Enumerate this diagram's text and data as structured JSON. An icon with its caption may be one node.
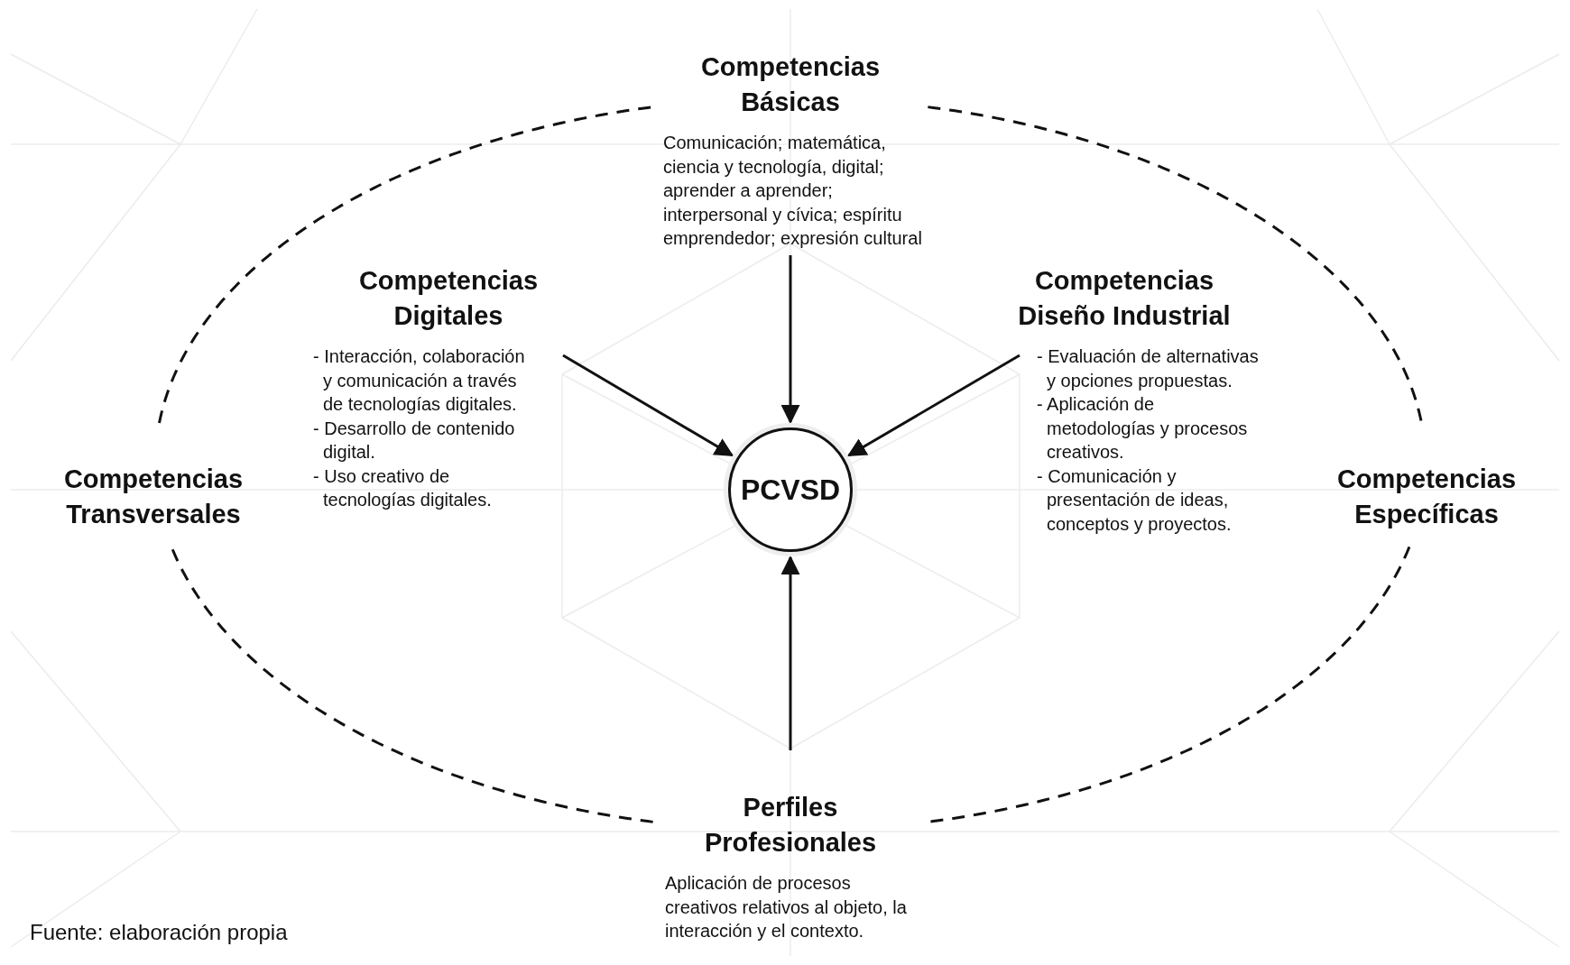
{
  "diagram": {
    "caption": "Fuente: elaboración propia",
    "nodes": [
      {
        "text": [
          "Competencias Básicas",
          "Comunicación; matemática, ciencia y tecnología, digital; aprender a aprender; interpersonal y cívica; espíritu emprendedor; expresión cultural"
        ]
      },
      {
        "text": [
          "Competencias Digitales",
          "- Interacción, colaboración y comunicación a través de tecnologías digitales.",
          "- Desarrollo de contenido digital.",
          "- Uso creativo de tecnologías digitales."
        ]
      },
      {
        "text": [
          "Competencias Diseño Industrial",
          "- Evaluación de alternativas y opciones propuestas.",
          "- Aplicación de metodologías y procesos creativos.",
          "- Comunicación y presentación de ideas, conceptos y proyectos."
        ]
      },
      {
        "text": [
          "PCVSD"
        ]
      },
      {
        "text": [
          "Perfiles Profesionales",
          "Aplicación de procesos creativos relativos al objeto, la interacción y el contexto."
        ]
      },
      {
        "text": [
          "Competencias Transversales"
        ]
      },
      {
        "text": [
          "Competencias Específicas"
        ]
      }
    ],
    "edges": [
      {
        "from": 0,
        "to": 3,
        "arrow": "to"
      },
      {
        "from": 1,
        "to": 3,
        "arrow": "to"
      },
      {
        "from": 2,
        "to": 3,
        "arrow": "to"
      },
      {
        "from": 4,
        "to": 3,
        "arrow": "to"
      }
    ]
  }
}
